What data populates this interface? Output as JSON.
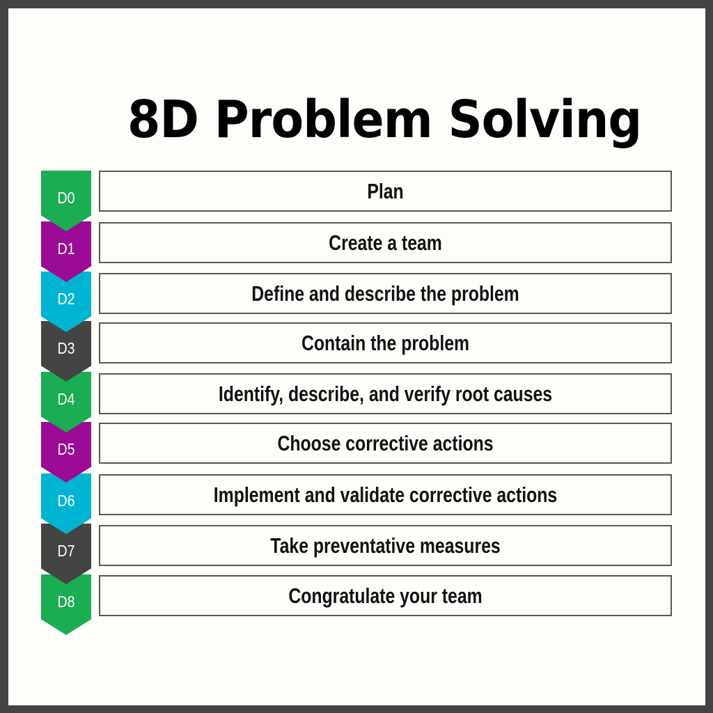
{
  "title": "8D Problem Solving",
  "colors": {
    "frame": "#444444",
    "background": "#fdfdf9",
    "green": "#1aad52",
    "purple": "#9b0b96",
    "cyan": "#00b5d1",
    "dark": "#444444",
    "box_border": "#575757"
  },
  "steps": [
    {
      "label": "D0",
      "text": "Plan",
      "color": "#1aad52"
    },
    {
      "label": "D1",
      "text": "Create a team",
      "color": "#9b0b96"
    },
    {
      "label": "D2",
      "text": "Define and describe the problem",
      "color": "#00b5d1"
    },
    {
      "label": "D3",
      "text": "Contain the problem",
      "color": "#444444"
    },
    {
      "label": "D4",
      "text": "Identify, describe, and verify root causes",
      "color": "#1aad52"
    },
    {
      "label": "D5",
      "text": "Choose corrective actions",
      "color": "#9b0b96"
    },
    {
      "label": "D6",
      "text": "Implement and validate corrective actions",
      "color": "#00b5d1"
    },
    {
      "label": "D7",
      "text": "Take preventative measures",
      "color": "#444444"
    },
    {
      "label": "D8",
      "text": "Congratulate your team",
      "color": "#1aad52"
    }
  ]
}
